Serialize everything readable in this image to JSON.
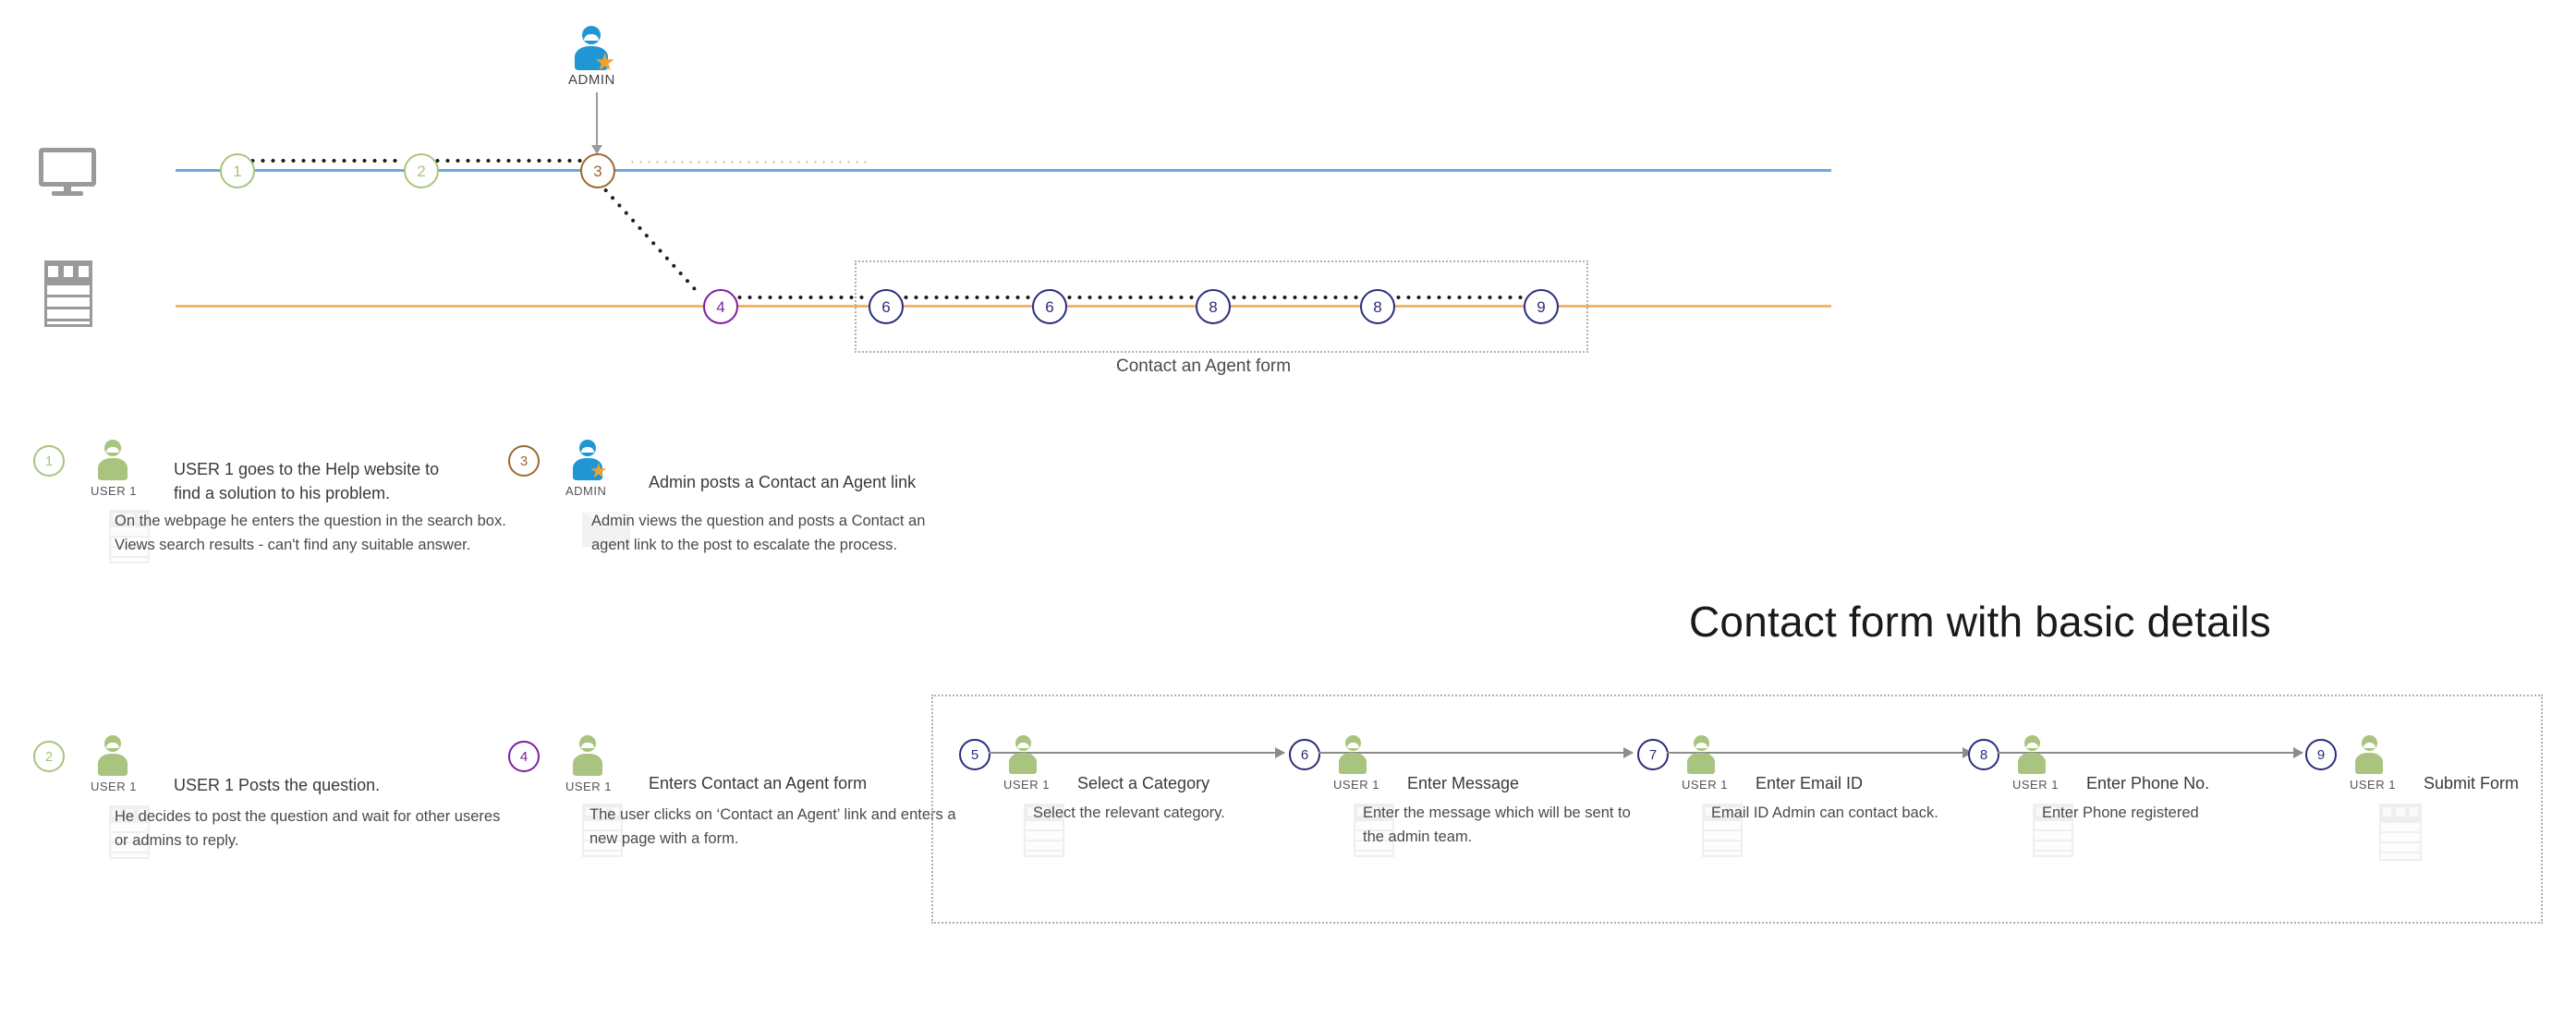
{
  "diagram": {
    "title": "Contact form with basic details",
    "lanes": [
      {
        "name": "web-lane",
        "icon": "monitor-icon",
        "color": "#6fa8dc"
      },
      {
        "name": "form-lane",
        "icon": "form-icon",
        "color": "#f5b36a"
      }
    ],
    "admin_actor": {
      "label": "ADMIN",
      "icon": "admin-person-icon",
      "color": "#2196d5",
      "badge": "star"
    },
    "timeline_web": [
      {
        "num": "1",
        "color": "green"
      },
      {
        "num": "2",
        "color": "green"
      },
      {
        "num": "3",
        "color": "brown"
      }
    ],
    "timeline_form": [
      {
        "num": "4",
        "color": "violet"
      },
      {
        "num": "6",
        "color": "navy"
      },
      {
        "num": "6",
        "color": "navy"
      },
      {
        "num": "8",
        "color": "navy"
      },
      {
        "num": "8",
        "color": "navy"
      },
      {
        "num": "9",
        "color": "navy"
      }
    ],
    "form_group_label": "Contact an Agent form"
  },
  "steps": [
    {
      "num": "1",
      "num_color": "green",
      "role": "USER 1",
      "title": "USER 1 goes to the Help website to",
      "title2": "find a solution to his problem.",
      "note": "On the webpage he enters the question in the search box.\nViews search results -  can't find any suitable answer."
    },
    {
      "num": "3",
      "num_color": "brown",
      "role": "ADMIN",
      "title": "Admin posts a Contact an Agent link",
      "note": "Admin views the question and posts a Contact an agent link to the post to escalate the process."
    },
    {
      "num": "2",
      "num_color": "green",
      "role": "USER 1",
      "title": "USER 1 Posts the question.",
      "note": "He decides to post the question and wait for other useres or admins to reply."
    },
    {
      "num": "4",
      "num_color": "violet",
      "role": "USER 1",
      "title": "Enters Contact an Agent form",
      "note": "The user clicks on ‘Contact an Agent’ link and enters a new page with a form."
    }
  ],
  "form_steps": [
    {
      "num": "5",
      "role": "USER 1",
      "title": "Select a Category",
      "note": "Select the relevant category."
    },
    {
      "num": "6",
      "role": "USER 1",
      "title": "Enter Message",
      "note": "Enter the message which will be sent to the admin team."
    },
    {
      "num": "7",
      "role": "USER 1",
      "title": "Enter Email ID",
      "note": "Email ID Admin can contact back."
    },
    {
      "num": "8",
      "role": "USER 1",
      "title": "Enter Phone No.",
      "note": "Enter Phone registered"
    },
    {
      "num": "9",
      "role": "USER 1",
      "title": "Submit Form",
      "note": ""
    }
  ],
  "colors": {
    "web_rail": "#6fa8dc",
    "form_rail": "#f5b36a",
    "green": "#a9c47f",
    "brown": "#9c6a2f",
    "violet": "#7b1fa2",
    "navy": "#2b2d7a",
    "admin_blue": "#2196d5",
    "star_orange": "#f0a22e"
  }
}
